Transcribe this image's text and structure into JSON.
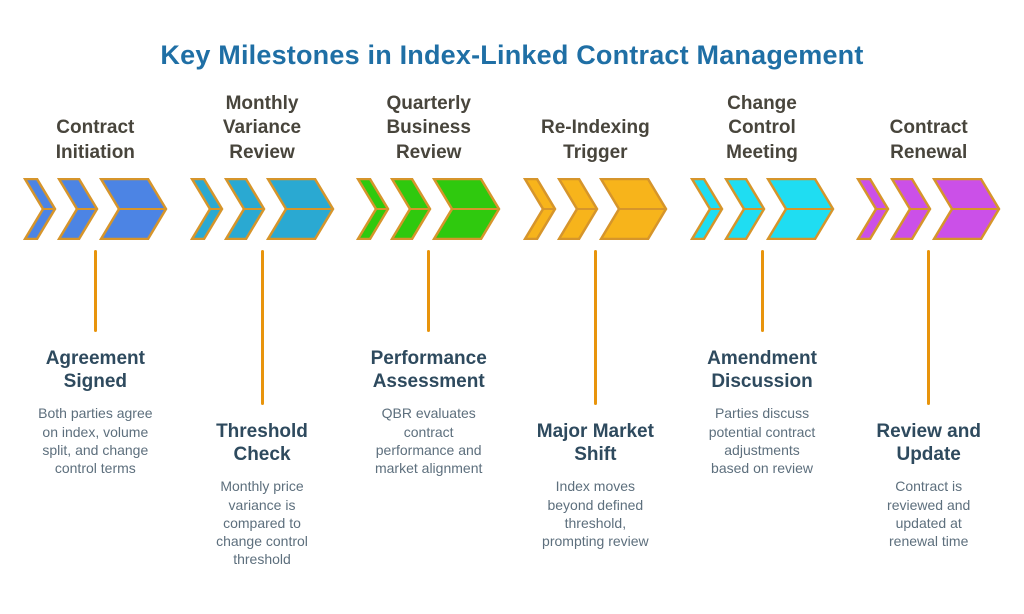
{
  "title": "Key Milestones in Index-Linked Contract Management",
  "colors": {
    "title": "#1F6FA5",
    "label": "#48453C",
    "subheading": "#2E4A5E",
    "body": "#5D6F7D",
    "chevron_outline": "#D6952B",
    "connector": "#E8940C",
    "background": "#FFFFFF"
  },
  "chevron_icon": "triple-chevron-right-icon",
  "milestones": [
    {
      "label": "Contract\nInitiation",
      "fill": "#4C84E4",
      "subheading": "Agreement\nSigned",
      "description": "Both parties agree\non index, volume\nsplit, and change\ncontrol terms"
    },
    {
      "label": "Monthly\nVariance\nReview",
      "fill": "#2AA9D2",
      "subheading": "Threshold\nCheck",
      "description": "Monthly price\nvariance is\ncompared to\nchange control\nthreshold"
    },
    {
      "label": "Quarterly\nBusiness\nReview",
      "fill": "#2FC90E",
      "subheading": "Performance\nAssessment",
      "description": "QBR evaluates\ncontract\nperformance and\nmarket alignment"
    },
    {
      "label": "Re-Indexing\nTrigger",
      "fill": "#F7B41B",
      "subheading": "Major Market\nShift",
      "description": "Index moves\nbeyond defined\nthreshold,\nprompting review"
    },
    {
      "label": "Change\nControl\nMeeting",
      "fill": "#1FDDF2",
      "subheading": "Amendment\nDiscussion",
      "description": "Parties discuss\npotential contract\nadjustments\nbased on review"
    },
    {
      "label": "Contract\nRenewal",
      "fill": "#CB50E8",
      "subheading": "Review and\nUpdate",
      "description": "Contract is\nreviewed and\nupdated at\nrenewal time"
    }
  ]
}
